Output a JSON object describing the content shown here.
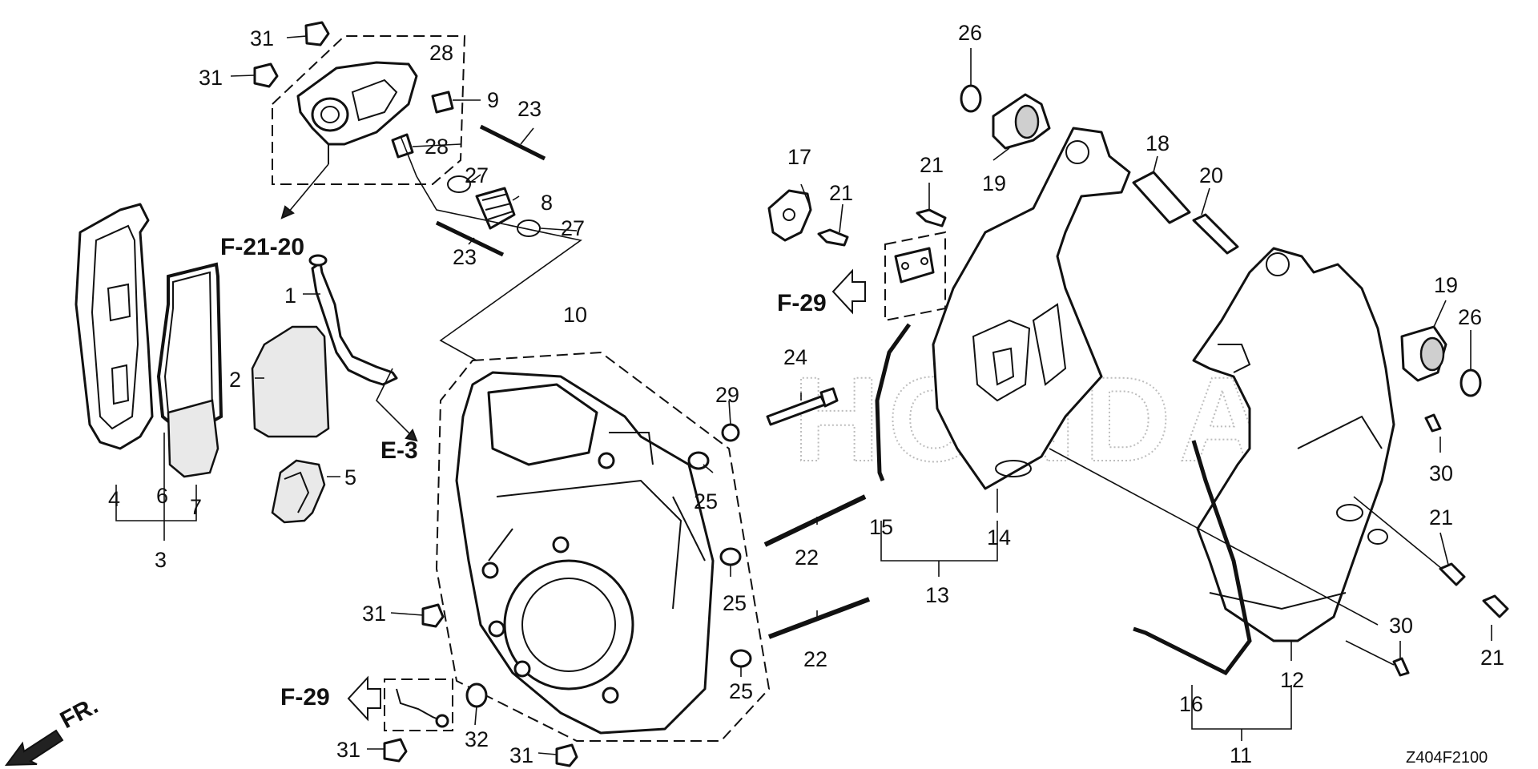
{
  "watermark": "HONDA",
  "diagram_code": "Z404F2100",
  "direction_label": "FR.",
  "refs": {
    "f21_20": "F-21-20",
    "e3": "E-3",
    "f29_top": "F-29",
    "f29_bottom": "F-29"
  },
  "callouts": {
    "c1": "1",
    "c2": "2",
    "c3": "3",
    "c4": "4",
    "c5": "5",
    "c6": "6",
    "c7": "7",
    "c8": "8",
    "c9": "9",
    "c10": "10",
    "c11": "11",
    "c12": "12",
    "c13": "13",
    "c14": "14",
    "c15": "15",
    "c16": "16",
    "c17": "17",
    "c18": "18",
    "c19a": "19",
    "c19b": "19",
    "c20": "20",
    "c21a": "21",
    "c21b": "21",
    "c21c": "21",
    "c21d": "21",
    "c22a": "22",
    "c22b": "22",
    "c23a": "23",
    "c23b": "23",
    "c24": "24",
    "c25a": "25",
    "c25b": "25",
    "c25c": "25",
    "c26a": "26",
    "c26b": "26",
    "c27a": "27",
    "c27b": "27",
    "c28a": "28",
    "c28b": "28",
    "c29": "29",
    "c30a": "30",
    "c30b": "30",
    "c31a": "31",
    "c31b": "31",
    "c31c": "31",
    "c31d": "31",
    "c31e": "31",
    "c32": "32"
  }
}
